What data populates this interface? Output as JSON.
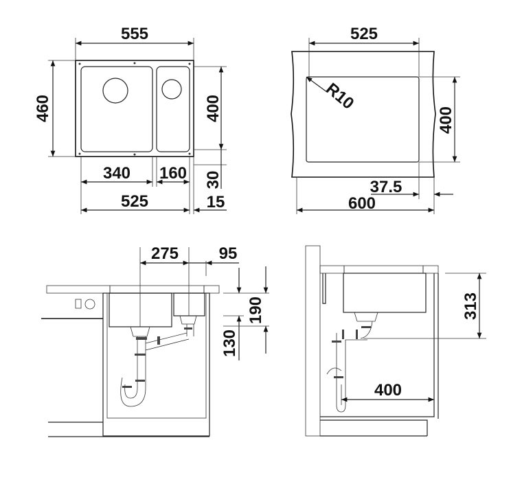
{
  "top_left_view": {
    "overall_width": "555",
    "overall_depth": "460",
    "bowl_depth": "400",
    "main_bowl_width": "340",
    "second_bowl_width": "160",
    "inner_width": "525",
    "bottom_margin": "30",
    "side_margin": "15"
  },
  "top_right_view": {
    "inner_width": "525",
    "inner_depth": "400",
    "corner_radius": "R10",
    "edge_offset": "37.5",
    "cabinet_width": "600"
  },
  "bottom_left_view": {
    "drain_spacing": "275",
    "drain_offset": "95",
    "main_bowl_height": "190",
    "second_bowl_height": "130"
  },
  "bottom_right_view": {
    "installation_height": "313",
    "drain_distance": "400"
  },
  "colors": {
    "line": "#222222",
    "background": "#ffffff"
  }
}
